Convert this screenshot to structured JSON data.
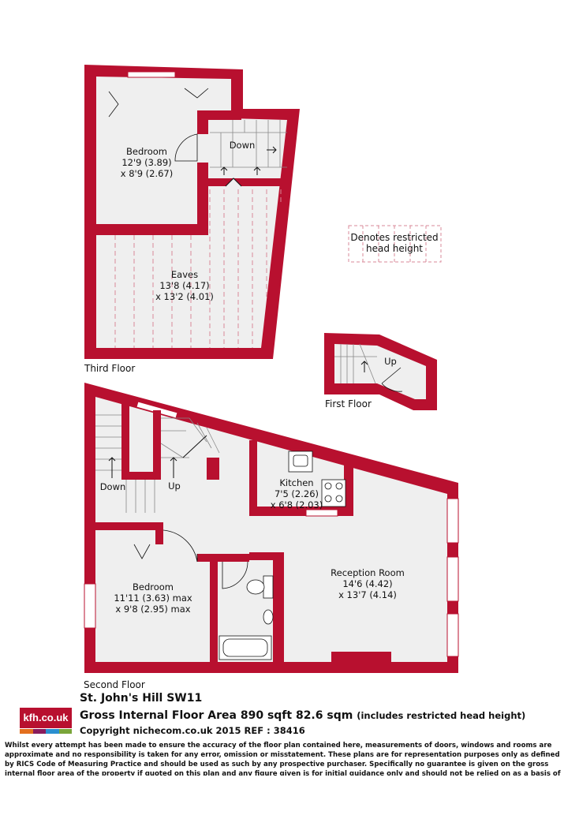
{
  "rooms": {
    "bedroom_third": {
      "name": "Bedroom",
      "dim1": "12'9 (3.89)",
      "dim2": "x 8'9 (2.67)"
    },
    "eaves": {
      "name": "Eaves",
      "dim1": "13'8 (4.17)",
      "dim2": "x 13'2 (4.01)"
    },
    "kitchen": {
      "name": "Kitchen",
      "dim1": "7'5 (2.26)",
      "dim2": "x 6'8 (2.03)"
    },
    "reception": {
      "name": "Reception Room",
      "dim1": "14'6 (4.42)",
      "dim2": "x 13'7 (4.14)"
    },
    "bedroom_second": {
      "name": "Bedroom",
      "dim1": "11'11 (3.63) max",
      "dim2": "x 9'8 (2.95) max"
    }
  },
  "stairs": {
    "third_down": "Down",
    "first_up": "Up",
    "second_down": "Down",
    "second_up": "Up"
  },
  "legend": {
    "line1": "Denotes restricted",
    "line2": "head height"
  },
  "floors": {
    "third": "Third Floor",
    "first": "First Floor",
    "second": "Second Floor"
  },
  "footer": {
    "address": "St. John's Hill  SW11",
    "area": "Gross Internal Floor Area 890 sqft 82.6 sqm",
    "area_note": "(includes restricted head height)",
    "copyright": "Copyright nichecom.co.uk 2015 REF : 38416",
    "disclaimer": "Whilst every attempt has been made to ensure the accuracy of the floor plan contained here, measurements of doors, windows and rooms are approximate and no responsibility is taken for any error, omission or misstatement.  These plans are for representation purposes only as defined by RICS Code of Measuring Practice and should be used as such by any prospective purchaser.  Specifically no guarantee is given on the gross internal floor area of the property if quoted on this plan and any figure given is for initial guidance only and should not be relied on as a basis of valuation."
  },
  "logo": {
    "text": "kfh.co.uk",
    "stripes": [
      "#e36f1e",
      "#8a1c5c",
      "#2a8fd0",
      "#7aa53a"
    ]
  },
  "colors": {
    "wall": "#b8102f",
    "floor": "#efefef",
    "dash": "#d88a99"
  }
}
